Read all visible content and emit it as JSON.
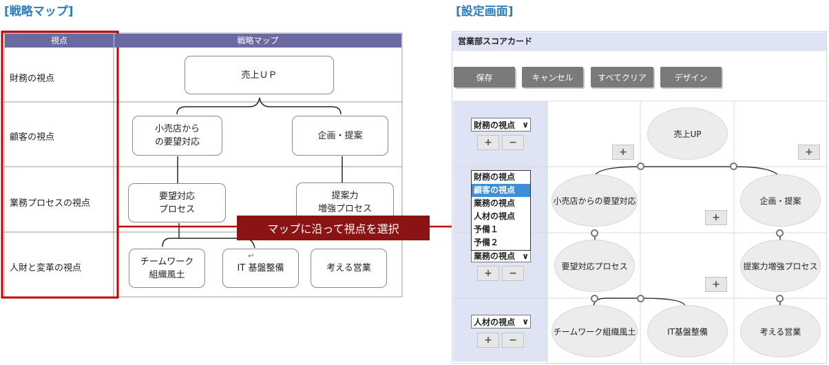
{
  "strategy_map": {
    "title": "[戦略マップ]",
    "header_perspective": "視点",
    "header_map": "戦略マップ",
    "rows": [
      "財務の視点",
      "顧客の視点",
      "業務プロセスの視点",
      "人財と変革の視点"
    ],
    "nodes": {
      "sales_up": "売上ＵＰ",
      "retailer": "小売店から\nの要望対応",
      "planning": "企画・提案",
      "request_process": "要望対応\nプロセス",
      "proposal": "提案力\n増強プロセス",
      "teamwork": "チームワーク\n組織風土",
      "it": "IT 基盤整備",
      "thinking_sales": "考える営業"
    },
    "return_mark": "↵"
  },
  "callout": {
    "text": "マップに沿って視点を選択"
  },
  "settings": {
    "title": "[設定画面]",
    "scorecard_title": "営業部スコアカード",
    "buttons": {
      "save": "保存",
      "cancel": "キャンセル",
      "clear_all": "すべてクリア",
      "design": "デザイン"
    },
    "selects": {
      "row1": "財務の視点",
      "row3": "業務の視点",
      "row4": "人材の視点"
    },
    "dropdown_options": [
      "財務の視点",
      "顧客の視点",
      "業務の視点",
      "人材の視点",
      "予備１",
      "予備２"
    ],
    "dropdown_selected": "顧客の視点",
    "plus": "+",
    "minus": "−",
    "dropdown_arrow": "∨",
    "nodes": {
      "sales_up": "売上UP",
      "retailer": "小売店からの要望対応",
      "planning": "企画・提案",
      "request_process": "要望対応プロセス",
      "proposal": "提案力増強プロセス",
      "teamwork": "チームワーク組織風土",
      "it": "IT基盤整備",
      "thinking_sales": "考える営業"
    }
  },
  "colors": {
    "accent_blue": "#2a7fbf",
    "highlight_red": "#c00000",
    "callout_bg": "#8b1313",
    "header_purple": "#6a6aa0"
  }
}
